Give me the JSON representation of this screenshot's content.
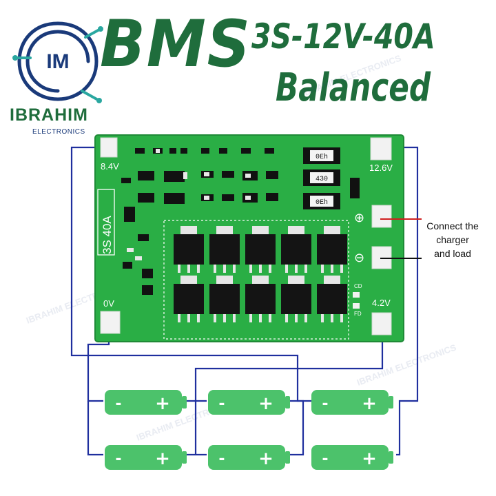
{
  "brand": {
    "logo_text": "IM",
    "name": "IBRAHIM",
    "subtitle": "ELECTRONICS",
    "watermark": "IBRAHIM ELECTRONICS"
  },
  "header": {
    "title": "BMS",
    "spec": "3S-12V-40A",
    "subtitle": "Balanced"
  },
  "board": {
    "silkscreen": "3S 40A",
    "terminals": {
      "top_left": "8.4V",
      "top_right": "12.6V",
      "bottom_left": "0V",
      "bottom_right": "4.2V"
    },
    "side_marks": [
      "CD",
      "FD"
    ],
    "resistor_codes": [
      "0Eh",
      "430",
      "0Eh"
    ],
    "plus_symbol": "⊕",
    "minus_symbol": "⊖"
  },
  "annotation": {
    "lines": [
      "Connect the",
      "charger",
      "and load"
    ]
  },
  "batteries": {
    "minus_symbol": "-",
    "plus_symbol": "+",
    "count": 6
  },
  "colors": {
    "brand_green": "#1f6d3c",
    "pcb_green": "#2aae45",
    "wire_blue": "#1f2f9e",
    "charger_wire": "#d01f1f",
    "battery_green": "#4cc26b"
  }
}
